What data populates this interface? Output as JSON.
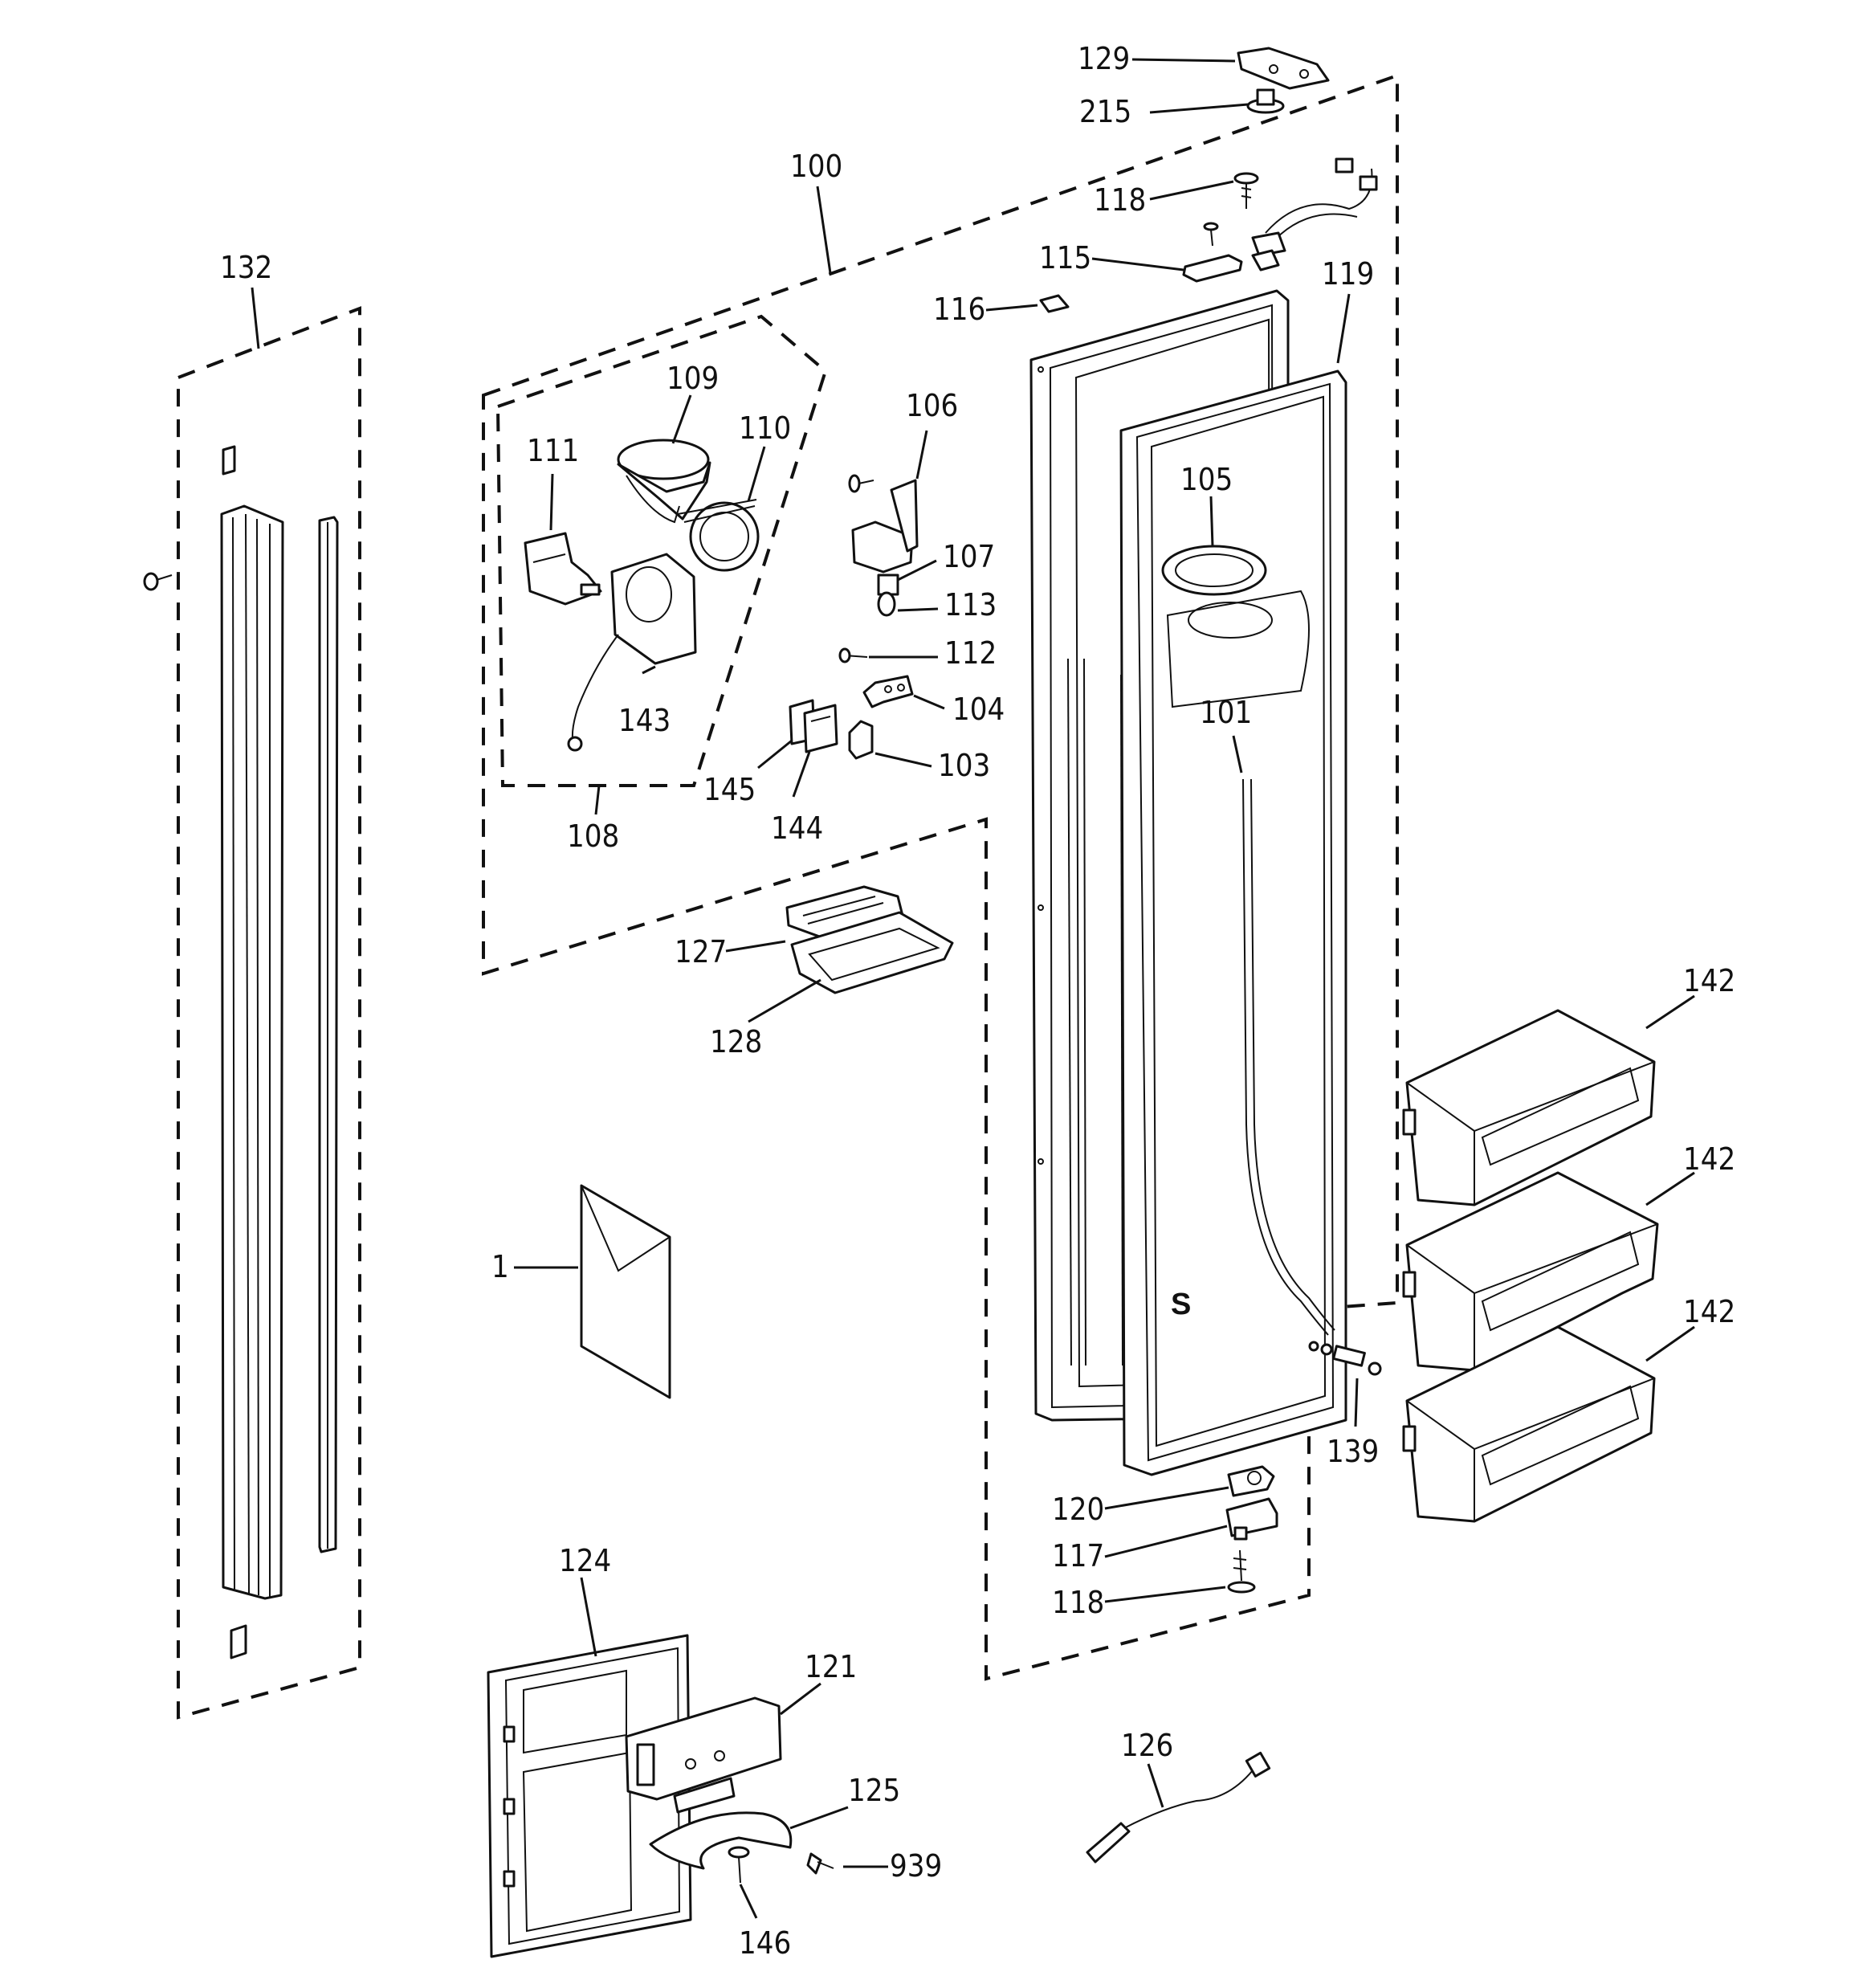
{
  "labels": {
    "p1": "1",
    "p100": "100",
    "p101": "101",
    "p103": "103",
    "p104": "104",
    "p105": "105",
    "p106": "106",
    "p107": "107",
    "p108": "108",
    "p109": "109",
    "p110": "110",
    "p111": "111",
    "p112": "112",
    "p113": "113",
    "p115": "115",
    "p116": "116",
    "p117": "117",
    "p118a": "118",
    "p118b": "118",
    "p119": "119",
    "p120": "120",
    "p121": "121",
    "p124": "124",
    "p125": "125",
    "p126": "126",
    "p127": "127",
    "p128": "128",
    "p129": "129",
    "p132": "132",
    "p139": "139",
    "p142a": "142",
    "p142b": "142",
    "p142c": "142",
    "p143": "143",
    "p144": "144",
    "p145": "145",
    "p146": "146",
    "p215": "215",
    "p939": "939"
  },
  "door_liner_text": "S"
}
